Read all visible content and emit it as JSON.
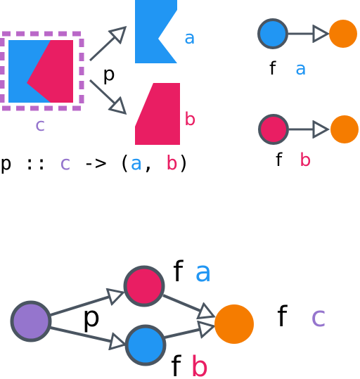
{
  "colors": {
    "blue": "#2196F3",
    "red": "#E91E63",
    "purple": "#9575CD",
    "dash_purple": "#BA68C8",
    "orange": "#F57C00",
    "stroke": "#4A5561",
    "black": "#000000"
  },
  "labels": {
    "c": "c",
    "a": "a",
    "b": "b",
    "p": "p",
    "f": "f"
  },
  "signature": {
    "prefix": "p :: ",
    "c": "c",
    "arrow": " -> (",
    "a": "a",
    "comma": ", ",
    "b": "b",
    "close": ")"
  }
}
